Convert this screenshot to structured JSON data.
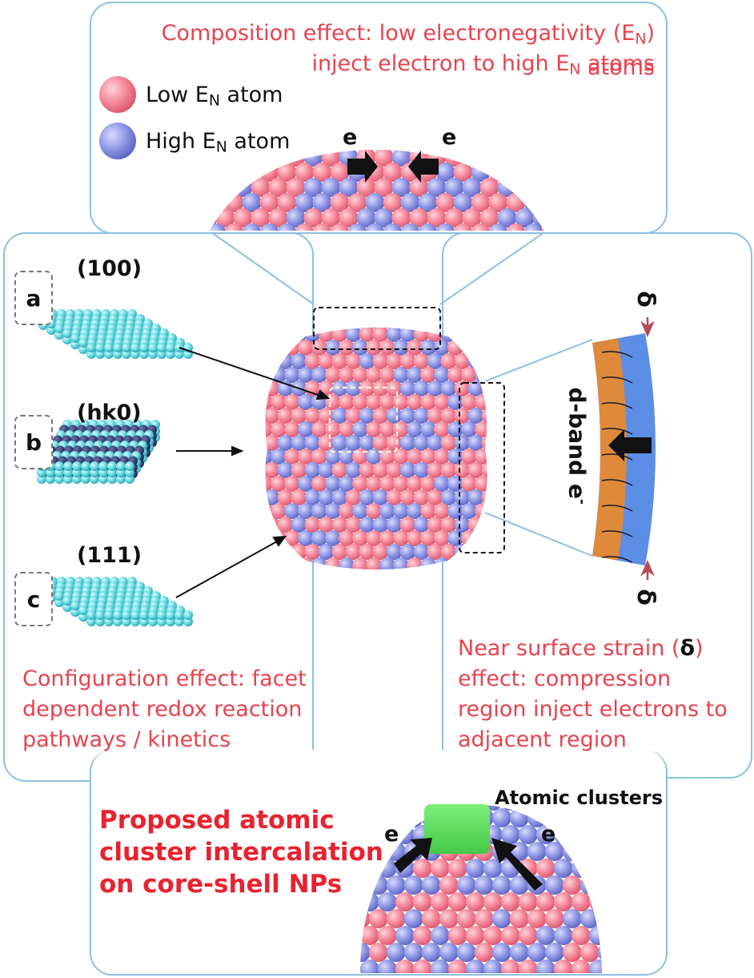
{
  "composition": {
    "line1_pre": "Composition effect: low electronegativity (E",
    "line1_sub": "N",
    "line1_post": ") atoms",
    "line2_pre": "inject electron to high E",
    "line2_sub": "N",
    "line2_post": " atoms",
    "legend_low_pre": "Low E",
    "legend_low_sub": "N",
    "legend_low_post": " atom",
    "legend_high_pre": "High E",
    "legend_high_sub": "N",
    "legend_high_post": " atom",
    "e_left": "e",
    "e_right": "e"
  },
  "facets": {
    "a": {
      "letter": "a",
      "miller": "(100)"
    },
    "b": {
      "letter": "b",
      "miller": "(hk0)"
    },
    "c": {
      "letter": "c",
      "miller": "(111)"
    }
  },
  "configuration": {
    "line1": "Configuration effect: facet",
    "line2": "dependent redox reaction",
    "line3": "pathways / kinetics"
  },
  "strain": {
    "delta_top": "δ",
    "delta_bottom": "δ",
    "dband_label": "d-band e",
    "dband_sup": "-",
    "line1_pre": "Near surface strain (",
    "line1_delta": "δ",
    "line1_post": ")",
    "line2": "effect: compression",
    "line3": "region inject electrons to",
    "line4": "adjacent region"
  },
  "proposal": {
    "line1": "Proposed atomic",
    "line2": "cluster intercalation",
    "line3": "on core-shell NPs",
    "clusters_label": "Atomic clusters",
    "e_left": "e",
    "e_right": "e"
  },
  "colors": {
    "low_en_atom": "#f4879a",
    "high_en_atom": "#8f96e3",
    "facet_atom": "#5fd6de",
    "box_border": "#8cc0e3",
    "caption_red": "#e8434f",
    "cluster_green": "#5ee05e",
    "strain_orange": "#de8a3a",
    "strain_blue": "#5c8ee6"
  }
}
